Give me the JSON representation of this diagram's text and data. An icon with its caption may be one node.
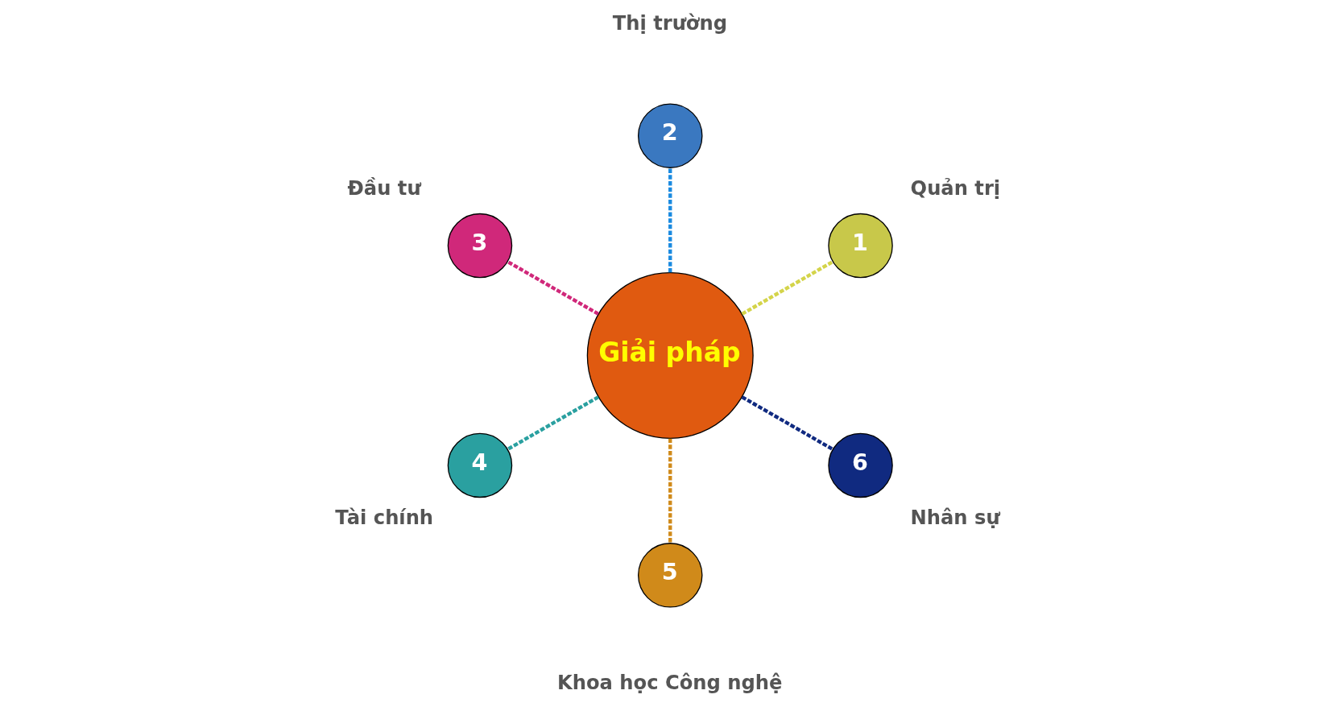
{
  "diagram": {
    "nodes": [
      {
        "text": [
          "Giải pháp"
        ]
      },
      {
        "text": [
          "1"
        ],
        "beside": [
          "Quản trị"
        ]
      },
      {
        "text": [
          "2"
        ],
        "beside": [
          "Thị trường"
        ]
      },
      {
        "text": [
          "3"
        ],
        "beside": [
          "Đầu tư"
        ]
      },
      {
        "text": [
          "4"
        ],
        "beside": [
          "Tài chính"
        ]
      },
      {
        "text": [
          "5"
        ],
        "beside": [
          "Khoa học Công nghệ"
        ]
      },
      {
        "text": [
          "6"
        ],
        "beside": [
          "Nhân sự"
        ]
      }
    ],
    "edges": [
      {
        "from": 0,
        "to": 1,
        "arrow": "none",
        "style": "dashed",
        "color": "#d4d44a"
      },
      {
        "from": 0,
        "to": 2,
        "arrow": "none",
        "style": "dashed",
        "color": "#1a8ae0"
      },
      {
        "from": 0,
        "to": 3,
        "arrow": "none",
        "style": "dashed",
        "color": "#d0287a"
      },
      {
        "from": 0,
        "to": 4,
        "arrow": "none",
        "style": "dashed",
        "color": "#2aa0a0"
      },
      {
        "from": 0,
        "to": 5,
        "arrow": "none",
        "style": "dashed",
        "color": "#d08a1a"
      },
      {
        "from": 0,
        "to": 6,
        "arrow": "none",
        "style": "dashed",
        "color": "#102a80"
      }
    ]
  }
}
